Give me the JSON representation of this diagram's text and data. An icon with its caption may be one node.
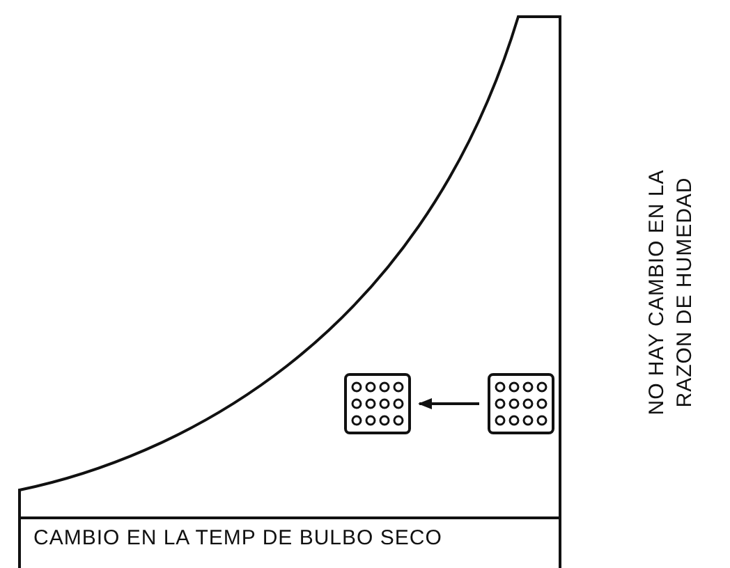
{
  "diagram": {
    "nodes": [
      {
        "text": [],
        "shape": "picture"
      },
      {
        "text": [],
        "shape": "picture"
      }
    ],
    "edges": [
      {
        "from": 1,
        "to": 0,
        "arrow": "to"
      }
    ],
    "labels": [
      "CAMBIO EN LA TEMP DE BULBO SECO",
      "NO HAY CAMBIO EN LA RAZON DE HUMEDAD"
    ]
  }
}
